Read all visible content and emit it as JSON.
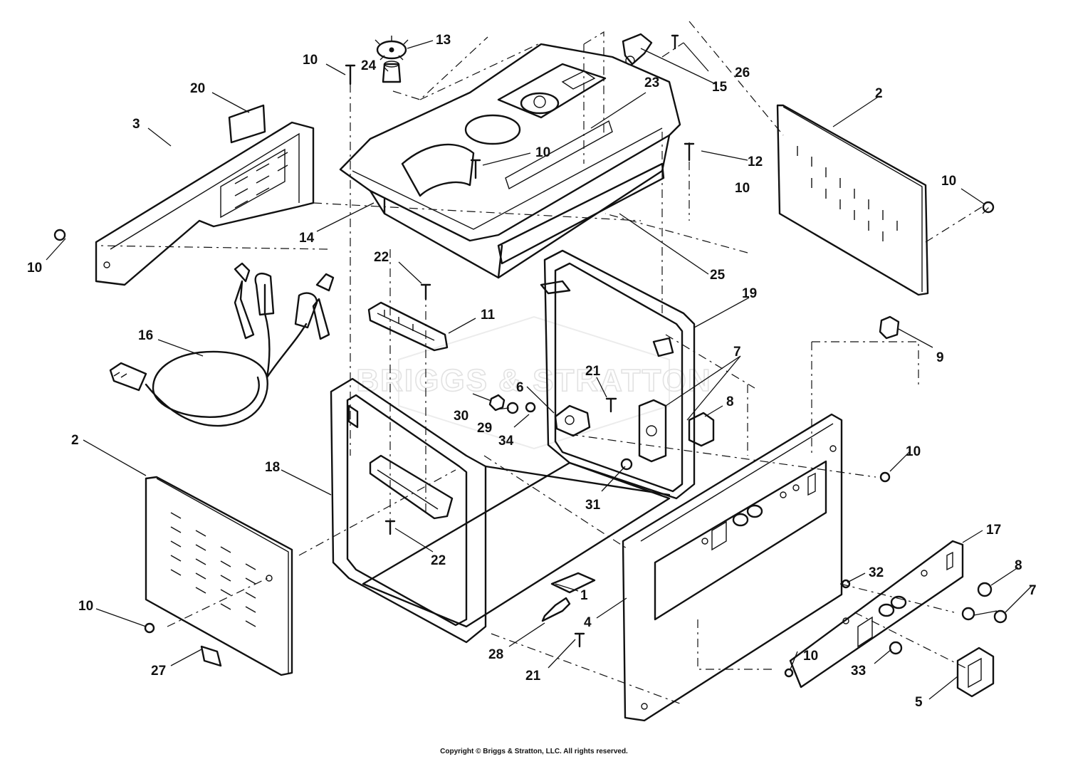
{
  "watermark": {
    "text": "BRIGGS & STRATTON"
  },
  "callouts": [
    {
      "id": "c1",
      "label": "1"
    },
    {
      "id": "c2a",
      "label": "2"
    },
    {
      "id": "c2b",
      "label": "2"
    },
    {
      "id": "c3",
      "label": "3"
    },
    {
      "id": "c4",
      "label": "4"
    },
    {
      "id": "c5",
      "label": "5"
    },
    {
      "id": "c6",
      "label": "6"
    },
    {
      "id": "c7a",
      "label": "7"
    },
    {
      "id": "c7b",
      "label": "7"
    },
    {
      "id": "c8a",
      "label": "8"
    },
    {
      "id": "c8b",
      "label": "8"
    },
    {
      "id": "c9",
      "label": "9"
    },
    {
      "id": "c10a",
      "label": "10"
    },
    {
      "id": "c10b",
      "label": "10"
    },
    {
      "id": "c10c",
      "label": "10"
    },
    {
      "id": "c10d",
      "label": "10"
    },
    {
      "id": "c10e",
      "label": "10"
    },
    {
      "id": "c10f",
      "label": "10"
    },
    {
      "id": "c10g",
      "label": "10"
    },
    {
      "id": "c10h",
      "label": "10"
    },
    {
      "id": "c11",
      "label": "11"
    },
    {
      "id": "c12",
      "label": "12"
    },
    {
      "id": "c13",
      "label": "13"
    },
    {
      "id": "c14",
      "label": "14"
    },
    {
      "id": "c15",
      "label": "15"
    },
    {
      "id": "c16",
      "label": "16"
    },
    {
      "id": "c17",
      "label": "17"
    },
    {
      "id": "c18",
      "label": "18"
    },
    {
      "id": "c19",
      "label": "19"
    },
    {
      "id": "c20",
      "label": "20"
    },
    {
      "id": "c21a",
      "label": "21"
    },
    {
      "id": "c21b",
      "label": "21"
    },
    {
      "id": "c22a",
      "label": "22"
    },
    {
      "id": "c22b",
      "label": "22"
    },
    {
      "id": "c23",
      "label": "23"
    },
    {
      "id": "c24",
      "label": "24"
    },
    {
      "id": "c25",
      "label": "25"
    },
    {
      "id": "c26",
      "label": "26"
    },
    {
      "id": "c27",
      "label": "27"
    },
    {
      "id": "c28",
      "label": "28"
    },
    {
      "id": "c29",
      "label": "29"
    },
    {
      "id": "c30",
      "label": "30"
    },
    {
      "id": "c31",
      "label": "31"
    },
    {
      "id": "c32",
      "label": "32"
    },
    {
      "id": "c33",
      "label": "33"
    },
    {
      "id": "c34",
      "label": "34"
    }
  ],
  "copyright": "Copyright © Briggs & Stratton, LLC. All rights reserved."
}
